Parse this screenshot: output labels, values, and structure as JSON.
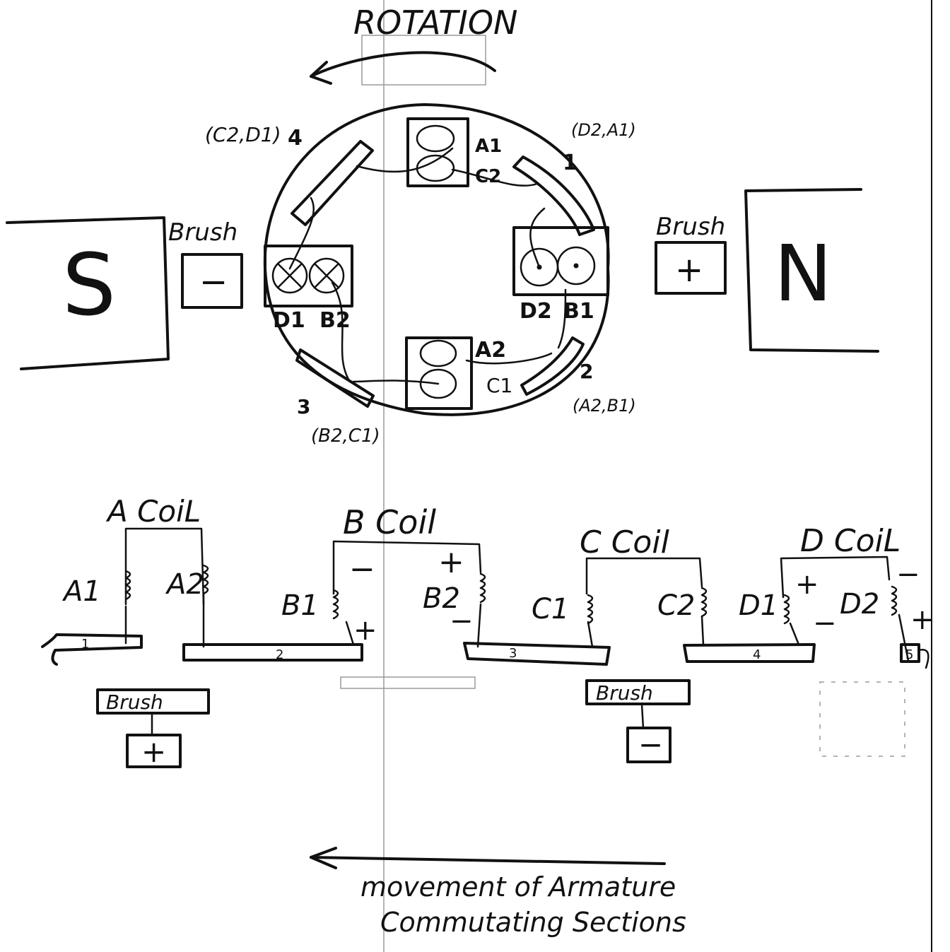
{
  "rotation_label": "ROTATION",
  "magnets": {
    "south": "S",
    "north": "N"
  },
  "brushes_top": [
    {
      "label": "Brush",
      "sign": "−"
    },
    {
      "label": "Brush",
      "sign": "+"
    }
  ],
  "segments": [
    {
      "number": "1",
      "pair": "(D2,A1)"
    },
    {
      "number": "2",
      "pair": "(A2,B1)"
    },
    {
      "number": "3",
      "pair": "(B2,C1)"
    },
    {
      "number": "4",
      "pair": "(C2,D1)"
    }
  ],
  "slot_labels": {
    "top": [
      "A1",
      "C2"
    ],
    "right": [
      "D2",
      "B1"
    ],
    "bottom": [
      "A2",
      "C1"
    ],
    "left": [
      "D1",
      "B2"
    ]
  },
  "coils": [
    {
      "title": "A CoiL",
      "left": "A1",
      "right": "A2",
      "left_sign": "",
      "right_sign": "",
      "left_bottom_sign": "",
      "right_bottom_sign": ""
    },
    {
      "title": "B Coil",
      "left": "B1",
      "right": "B2",
      "left_sign": "−",
      "right_sign": "+",
      "left_bottom_sign": "+",
      "right_bottom_sign": "−"
    },
    {
      "title": "C Coil",
      "left": "C1",
      "right": "C2",
      "left_sign": "",
      "right_sign": "",
      "left_bottom_sign": "",
      "right_bottom_sign": ""
    },
    {
      "title": "D CoiL",
      "left": "D1",
      "right": "D2",
      "left_sign": "+",
      "right_sign": "−",
      "left_bottom_sign": "−",
      "right_bottom_sign": "+"
    }
  ],
  "bar_numbers": [
    "1",
    "2",
    "3",
    "4",
    "5"
  ],
  "brushes_bottom": [
    {
      "label": "Brush",
      "sign": "+"
    },
    {
      "label": "Brush",
      "sign": "−"
    }
  ],
  "caption": {
    "line1": "movement of Armature",
    "line2": "Commutating Sections"
  }
}
